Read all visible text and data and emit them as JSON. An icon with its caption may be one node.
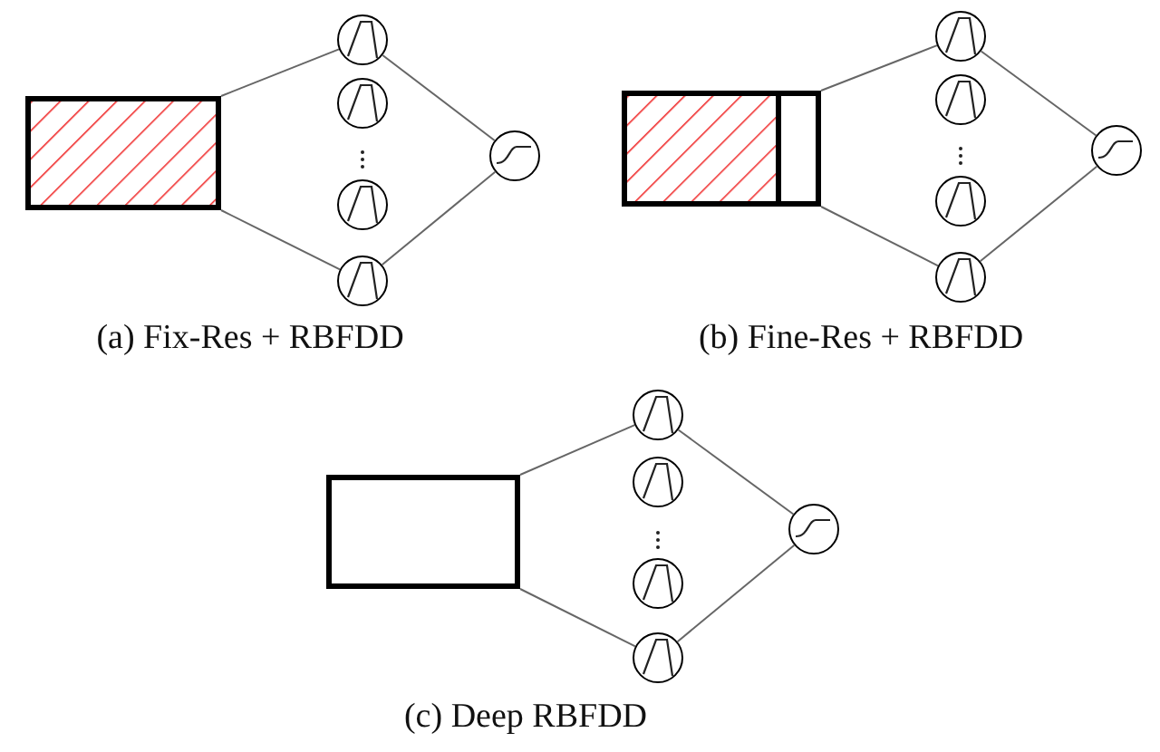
{
  "diagram": {
    "nodes": [
      {
        "text": [],
        "shape": "box"
      },
      {
        "text": [],
        "shape": "circle"
      },
      {
        "text": [],
        "shape": "circle"
      },
      {
        "text": [],
        "shape": "circle"
      },
      {
        "text": [],
        "shape": "circle"
      },
      {
        "text": [],
        "shape": "circle"
      },
      {
        "text": [],
        "shape": "box"
      },
      {
        "text": [],
        "shape": "circle"
      },
      {
        "text": [],
        "shape": "circle"
      },
      {
        "text": [],
        "shape": "circle"
      },
      {
        "text": [],
        "shape": "circle"
      },
      {
        "text": [],
        "shape": "circle"
      },
      {
        "text": [],
        "shape": "box"
      },
      {
        "text": [],
        "shape": "circle"
      },
      {
        "text": [],
        "shape": "circle"
      },
      {
        "text": [],
        "shape": "circle"
      },
      {
        "text": [],
        "shape": "circle"
      },
      {
        "text": [],
        "shape": "circle"
      }
    ],
    "edges": [
      {
        "from": 0,
        "to": 1,
        "arrow": "none"
      },
      {
        "from": 0,
        "to": 4,
        "arrow": "none"
      },
      {
        "from": 1,
        "to": 5,
        "arrow": "none"
      },
      {
        "from": 4,
        "to": 5,
        "arrow": "none"
      },
      {
        "from": 6,
        "to": 7,
        "arrow": "none"
      },
      {
        "from": 6,
        "to": 10,
        "arrow": "none"
      },
      {
        "from": 7,
        "to": 11,
        "arrow": "none"
      },
      {
        "from": 10,
        "to": 11,
        "arrow": "none"
      },
      {
        "from": 12,
        "to": 13,
        "arrow": "none"
      },
      {
        "from": 12,
        "to": 16,
        "arrow": "none"
      },
      {
        "from": 13,
        "to": 17,
        "arrow": "none"
      },
      {
        "from": 16,
        "to": 17,
        "arrow": "none"
      }
    ],
    "labels": [
      "(a) Fix-Res + RBFDD",
      "(b) Fine-Res + RBFDD",
      "(c) Deep RBFDD"
    ]
  }
}
